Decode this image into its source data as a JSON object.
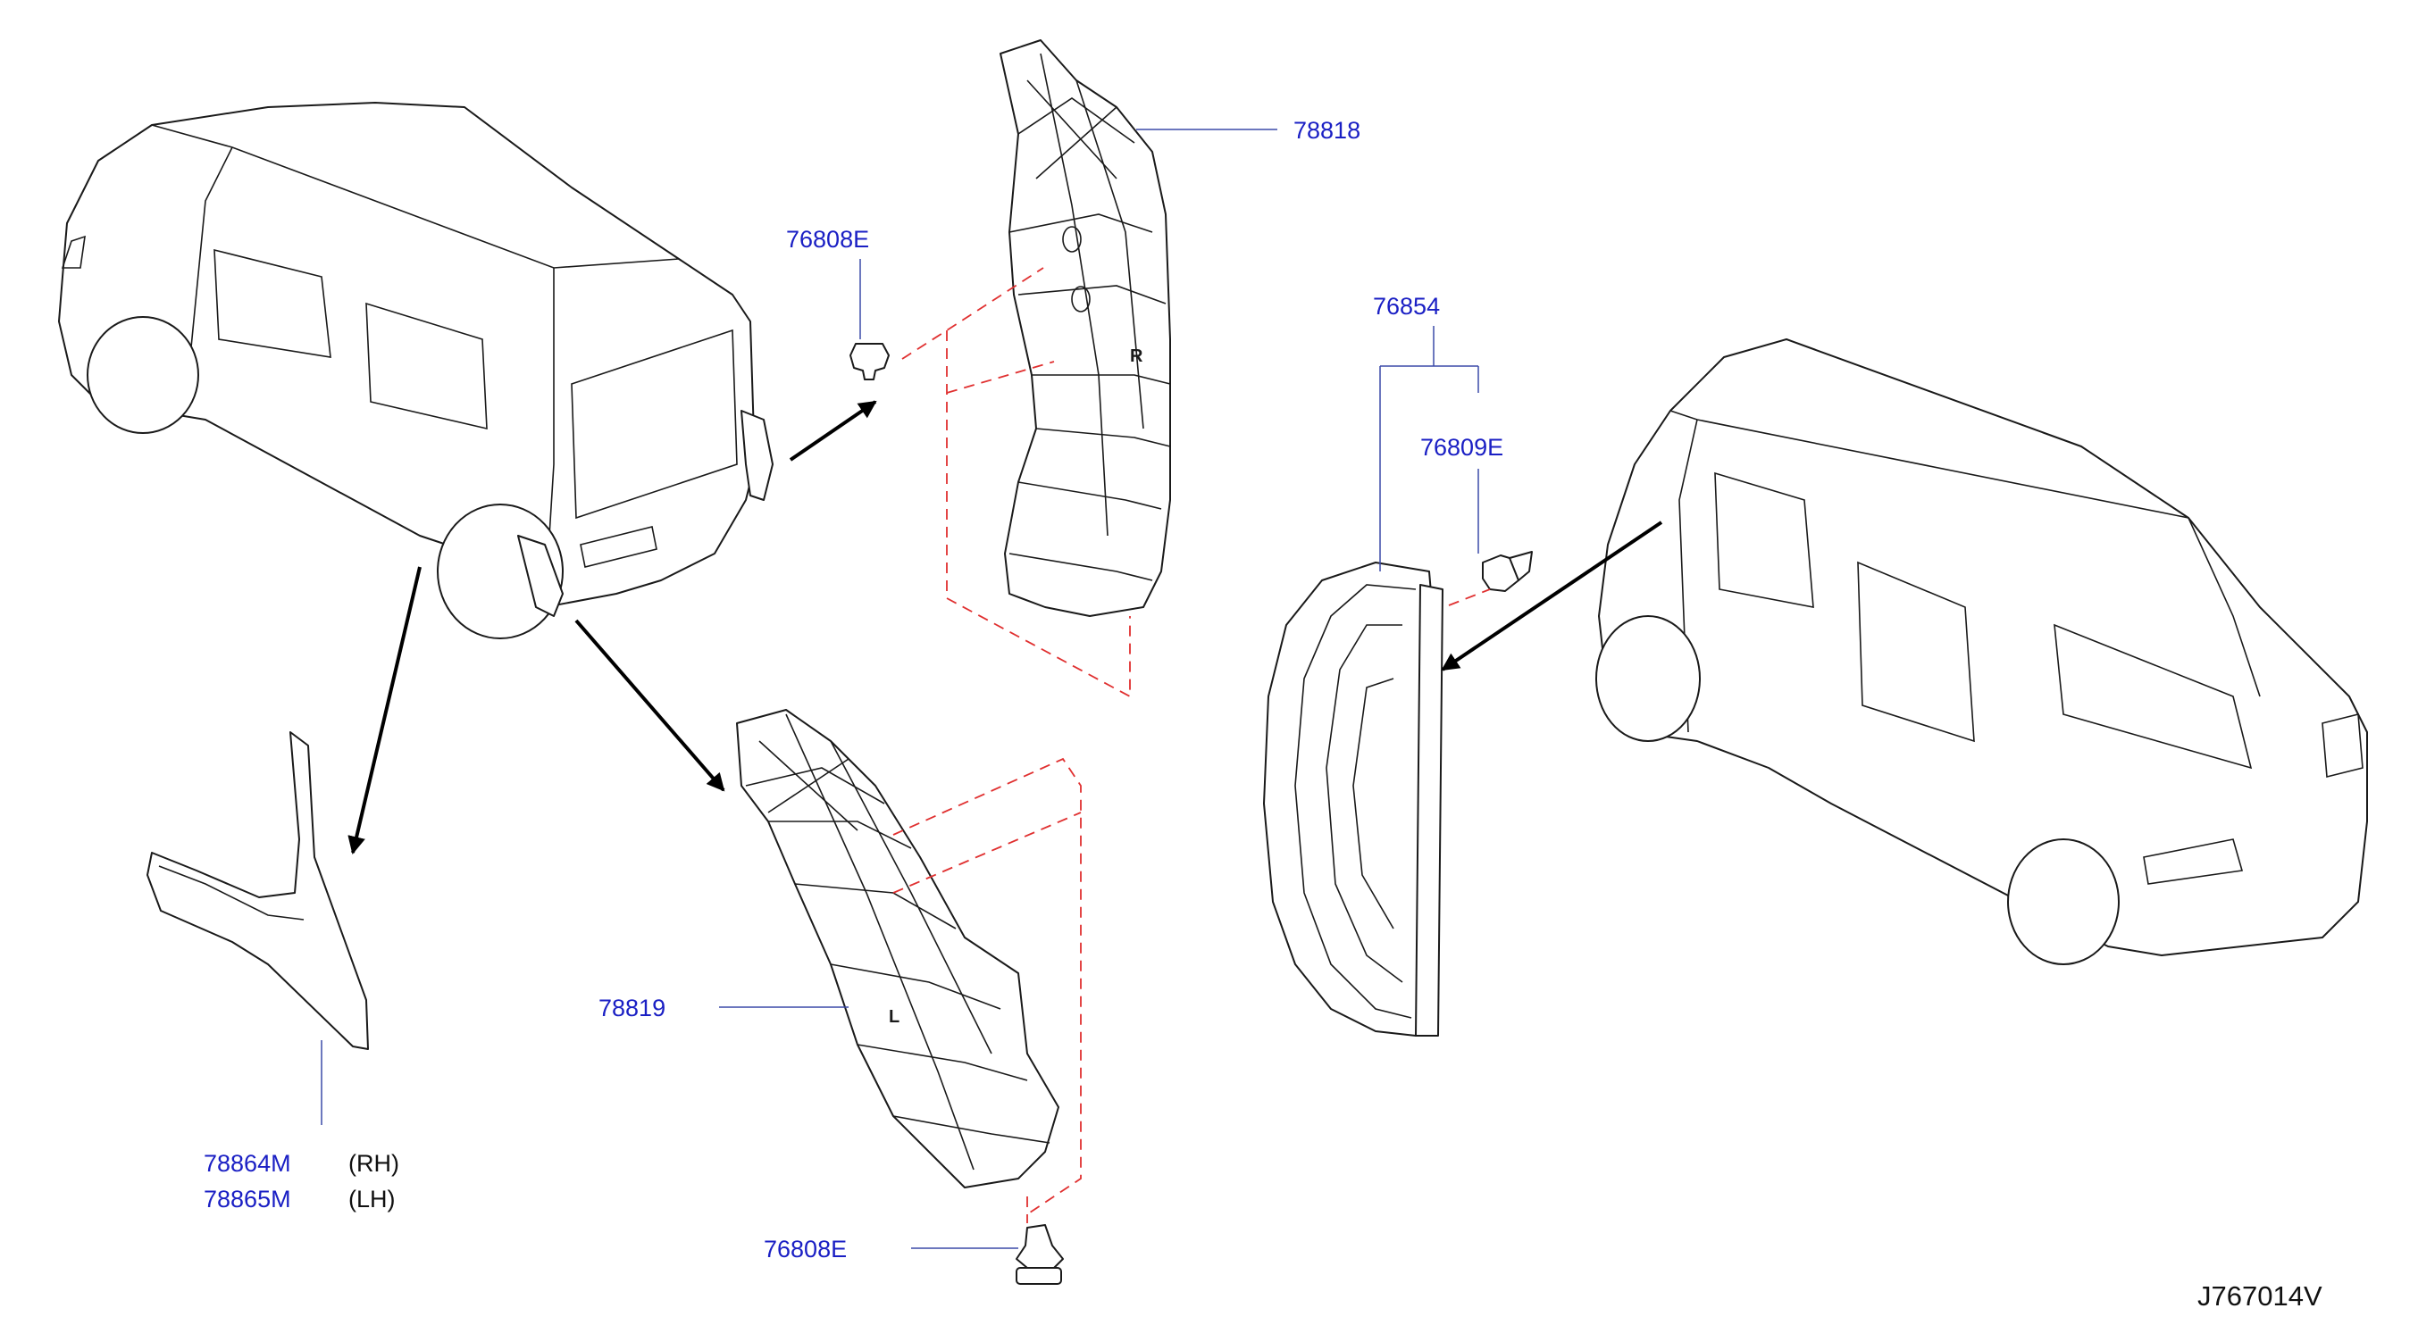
{
  "diagram_code": "J767014V",
  "callouts": [
    {
      "id": "78818",
      "side": ""
    },
    {
      "id": "76808E",
      "side": ""
    },
    {
      "id": "76854",
      "side": ""
    },
    {
      "id": "76809E",
      "side": ""
    },
    {
      "id": "78819",
      "side": ""
    },
    {
      "id": "76808E",
      "side": ""
    },
    {
      "id": "78864M",
      "side": "(RH)"
    },
    {
      "id": "78865M",
      "side": "(LH)"
    }
  ],
  "part_marks": {
    "right": "R",
    "left": "L"
  },
  "colors": {
    "callout": "#1a1fc4",
    "leader": "#3b4aa8",
    "dashed": "#e03030",
    "line": "#1a1a1a"
  }
}
